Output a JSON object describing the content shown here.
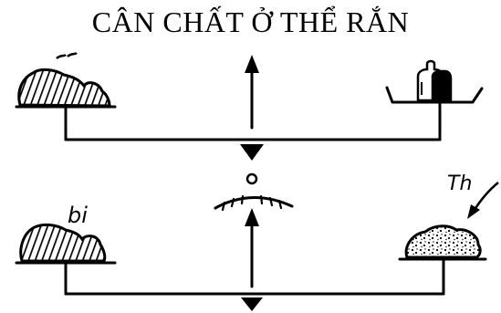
{
  "title": "CÂN CHẤT Ở THỂ RẮN",
  "labels": {
    "marble_label": "bi",
    "substance_label": "Th"
  },
  "colors": {
    "ink": "#000000",
    "background": "#ffffff"
  }
}
